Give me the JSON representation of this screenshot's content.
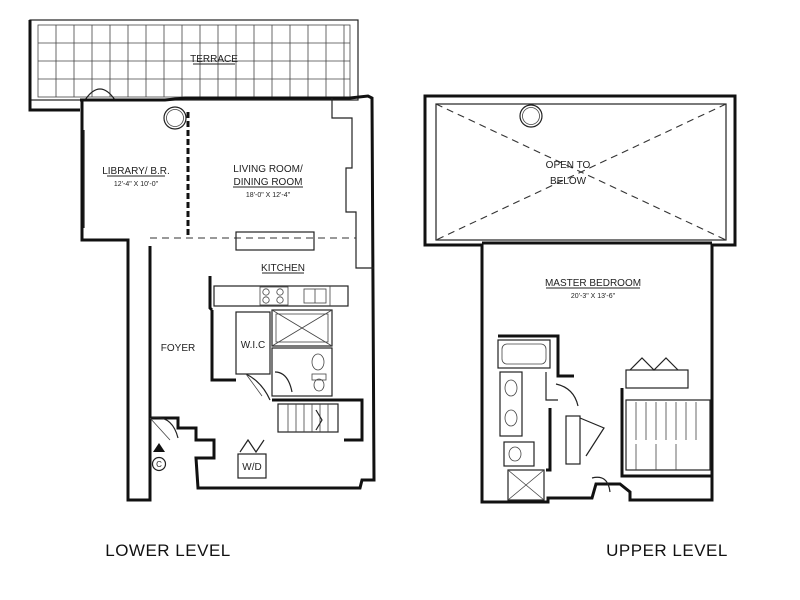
{
  "lower_level": {
    "title": "LOWER LEVEL",
    "rooms": {
      "terrace": "TERRACE",
      "library": "LIBRARY/ B.R.",
      "library_dim": "12'-4\" X 10'-0\"",
      "living": "LIVING ROOM/",
      "dining": "DINING ROOM",
      "living_dim": "18'-0\" X 12'-4\"",
      "kitchen": "KITCHEN",
      "foyer": "FOYER",
      "wic": "W.I.C",
      "wd": "W/D"
    },
    "entry_marker": "C"
  },
  "upper_level": {
    "title": "UPPER LEVEL",
    "rooms": {
      "open_line1": "OPEN TO",
      "open_line2": "BELOW",
      "master": "MASTER BEDROOM",
      "master_dim": "20'-3\" X 13'-6\""
    }
  }
}
